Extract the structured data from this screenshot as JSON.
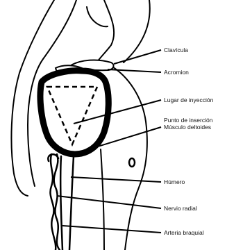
{
  "diagram": {
    "labels": {
      "clavicle": "Clavícula",
      "acromion": "Acromion",
      "deltoid_area": "Lugar de inyección",
      "insertion_point_line1": "Punto de inserción",
      "insertion_point_line2": "Músculo deltoides",
      "humerus": "Húmero",
      "radial_nerve": "Nervio radial",
      "brachial_artery": "Arteria braquial"
    },
    "colors": {
      "ink": "#000000",
      "background": "#ffffff"
    }
  }
}
